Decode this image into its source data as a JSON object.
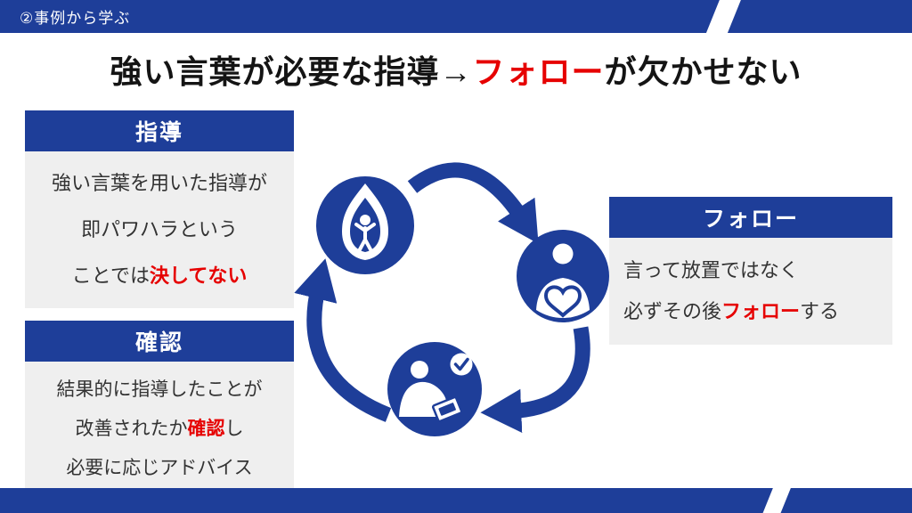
{
  "colors": {
    "primary_blue": "#1e3e99",
    "accent_red": "#e60000",
    "card_body_gray": "#efefef",
    "background": "#ffffff"
  },
  "header": {
    "label": "②事例から学ぶ"
  },
  "title": {
    "part1": "強い言葉が必要な指導→",
    "highlight": "フォロー",
    "part2": "が欠かせない"
  },
  "boxes": {
    "shidou": {
      "header": "指導",
      "line1": "強い言葉を用いた指導が",
      "line2": "即パワハラという",
      "line3_pre": "ことでは",
      "line3_red": "決してない"
    },
    "kakunin": {
      "header": "確認",
      "line1": "結果的に指導したことが",
      "line2_pre": "改善されたか",
      "line2_red": "確認",
      "line2_post": "し",
      "line3": "必要に応じアドバイス"
    },
    "follow": {
      "header": "フォロー",
      "line1": "言って放置ではなく",
      "line2_pre": "必ずその後",
      "line2_red": "フォロー",
      "line2_post": "する"
    }
  },
  "diagram": {
    "type": "cycle",
    "direction": "clockwise",
    "icons": [
      {
        "name": "anger-flame-person-icon",
        "meaning": "強い言葉の指導"
      },
      {
        "name": "follow-care-person-icon",
        "meaning": "フォロー"
      },
      {
        "name": "confirm-check-person-icon",
        "meaning": "確認"
      }
    ]
  }
}
